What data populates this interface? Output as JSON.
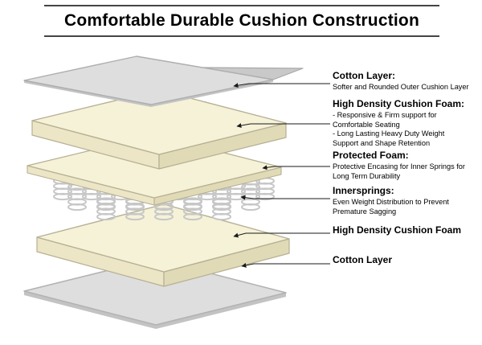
{
  "title": "Comfortable Durable Cushion Construction",
  "labels": [
    {
      "heading": "Cotton Layer:",
      "description": "Softer and Rounded Outer Cushion Layer"
    },
    {
      "heading": "High Density Cushion Foam:",
      "description": "- Responsive & Firm support for\nComfortable Seating\n- Long Lasting Heavy Duty Weight\nSupport and Shape Retention"
    },
    {
      "heading": "Protected Foam:",
      "description": "Protective Encasing for Inner Springs for\nLong Term Durability"
    },
    {
      "heading": "Innersprings:",
      "description": "Even Weight Distribution to Prevent\nPremature Sagging"
    },
    {
      "heading": "High Density Cushion Foam",
      "description": ""
    },
    {
      "heading": "Cotton Layer",
      "description": ""
    }
  ],
  "colors": {
    "foam_top": "#f6f2d8",
    "foam_front": "#ece6c6",
    "foam_side": "#e0dab6",
    "foam_outline": "#b6b094",
    "sheet_top": "#dedede",
    "sheet_fold": "#c9c9c9",
    "sheet_edge_fill": "#c3c3c3",
    "spring": "#c7c7c7",
    "leader_line": "#1a1a1a",
    "rule": "#454545"
  }
}
